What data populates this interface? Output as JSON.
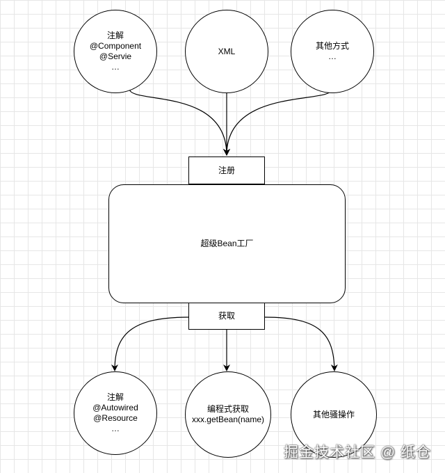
{
  "sources": {
    "annotation": {
      "lines": [
        "注解",
        "@Component",
        "@Servie",
        "…"
      ]
    },
    "xml": {
      "lines": [
        "XML"
      ]
    },
    "other": {
      "lines": [
        "其他方式",
        "…"
      ]
    }
  },
  "register_label": "注册",
  "factory_label": "超级Bean工厂",
  "obtain_label": "获取",
  "consumers": {
    "annotation": {
      "lines": [
        "注解",
        "@Autowired",
        "@Resource",
        "…"
      ]
    },
    "programmatic": {
      "lines": [
        "编程式获取",
        "xxx.getBean(name)"
      ]
    },
    "other": {
      "lines": [
        "其他骚操作"
      ]
    }
  },
  "watermark": "掘金技术社区 @ 纸仓"
}
